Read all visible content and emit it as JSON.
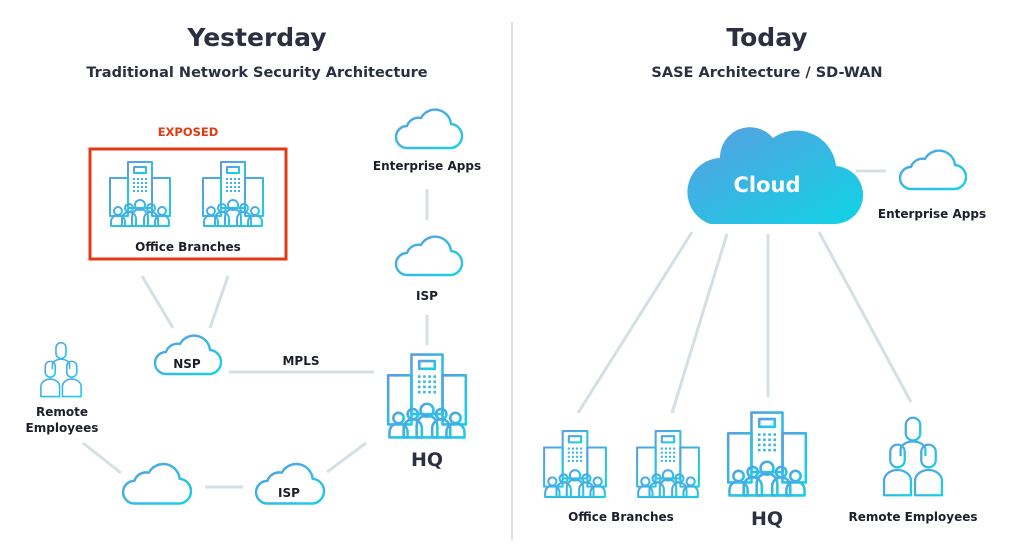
{
  "left": {
    "title": "Yesterday",
    "subtitle": "Traditional Network Security Architecture",
    "exposed_label": "EXPOSED",
    "office_branches_label": "Office Branches",
    "enterprise_apps_label": "Enterprise Apps",
    "isp_top_label": "ISP",
    "nsp_label": "NSP",
    "mpls_label": "MPLS",
    "hq_label": "HQ",
    "remote_employees_label_line1": "Remote",
    "remote_employees_label_line2": "Employees",
    "isp_bottom_label": "ISP"
  },
  "right": {
    "title": "Today",
    "subtitle": "SASE Architecture / SD-WAN",
    "cloud_label": "Cloud",
    "enterprise_apps_label": "Enterprise Apps",
    "office_branches_label": "Office Branches",
    "hq_label": "HQ",
    "remote_employees_label": "Remote Employees"
  },
  "colors": {
    "exposed": "#e23b14",
    "icon_gradient_start": "#5b9de3",
    "icon_gradient_end": "#14d2e6",
    "connector": "#d4e0e4",
    "text": "#2b2f40"
  }
}
